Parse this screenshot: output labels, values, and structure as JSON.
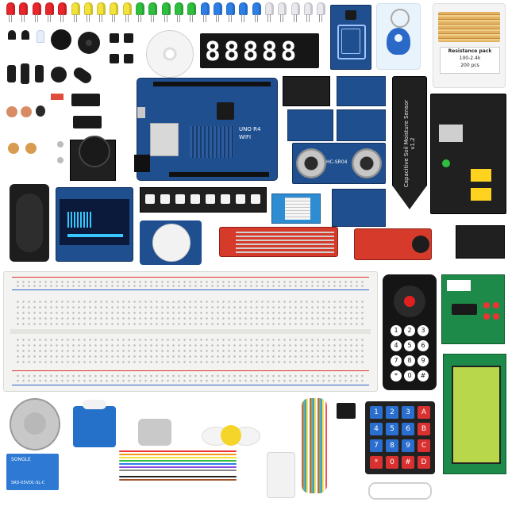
{
  "image": {
    "subject": "Arduino starter kit components",
    "background": "#ffffff"
  },
  "labels": {
    "resistor_pack_title": "Resistance pack",
    "resistor_pack_range": "100-2.4k",
    "resistor_pack_count": "200 pcs",
    "display_digits": "88888",
    "uno_board_text": "UNO R4",
    "uno_wifi_text": "WIFI",
    "ultrasonic_text": "HC-SR04",
    "soil_sensor_text": "Capacitive Soil Moisture Sensor v1.2",
    "relay_text": "SONGLE",
    "relay_model": "SRD-05VDC-SL-C",
    "keypad_keys": [
      "1",
      "2",
      "3",
      "A",
      "4",
      "5",
      "6",
      "B",
      "7",
      "8",
      "9",
      "C",
      "*",
      "0",
      "#",
      "D"
    ],
    "remote_keys": [
      "1",
      "2",
      "3",
      "4",
      "5",
      "6",
      "7",
      "8",
      "9",
      "*",
      "0",
      "#"
    ]
  },
  "colors": {
    "led_red": "#e8262b",
    "led_yellow": "#f3e23a",
    "led_green": "#2fbf3f",
    "led_blue": "#2d7fe6",
    "led_white": "#e8e8ee",
    "pcb_blue": "#1f4f8f",
    "pcb_red": "#d63a2a",
    "lcd_green": "#b9d74a",
    "oled_screen": "#0b1a3a",
    "oled_text": "#38c7ff"
  }
}
